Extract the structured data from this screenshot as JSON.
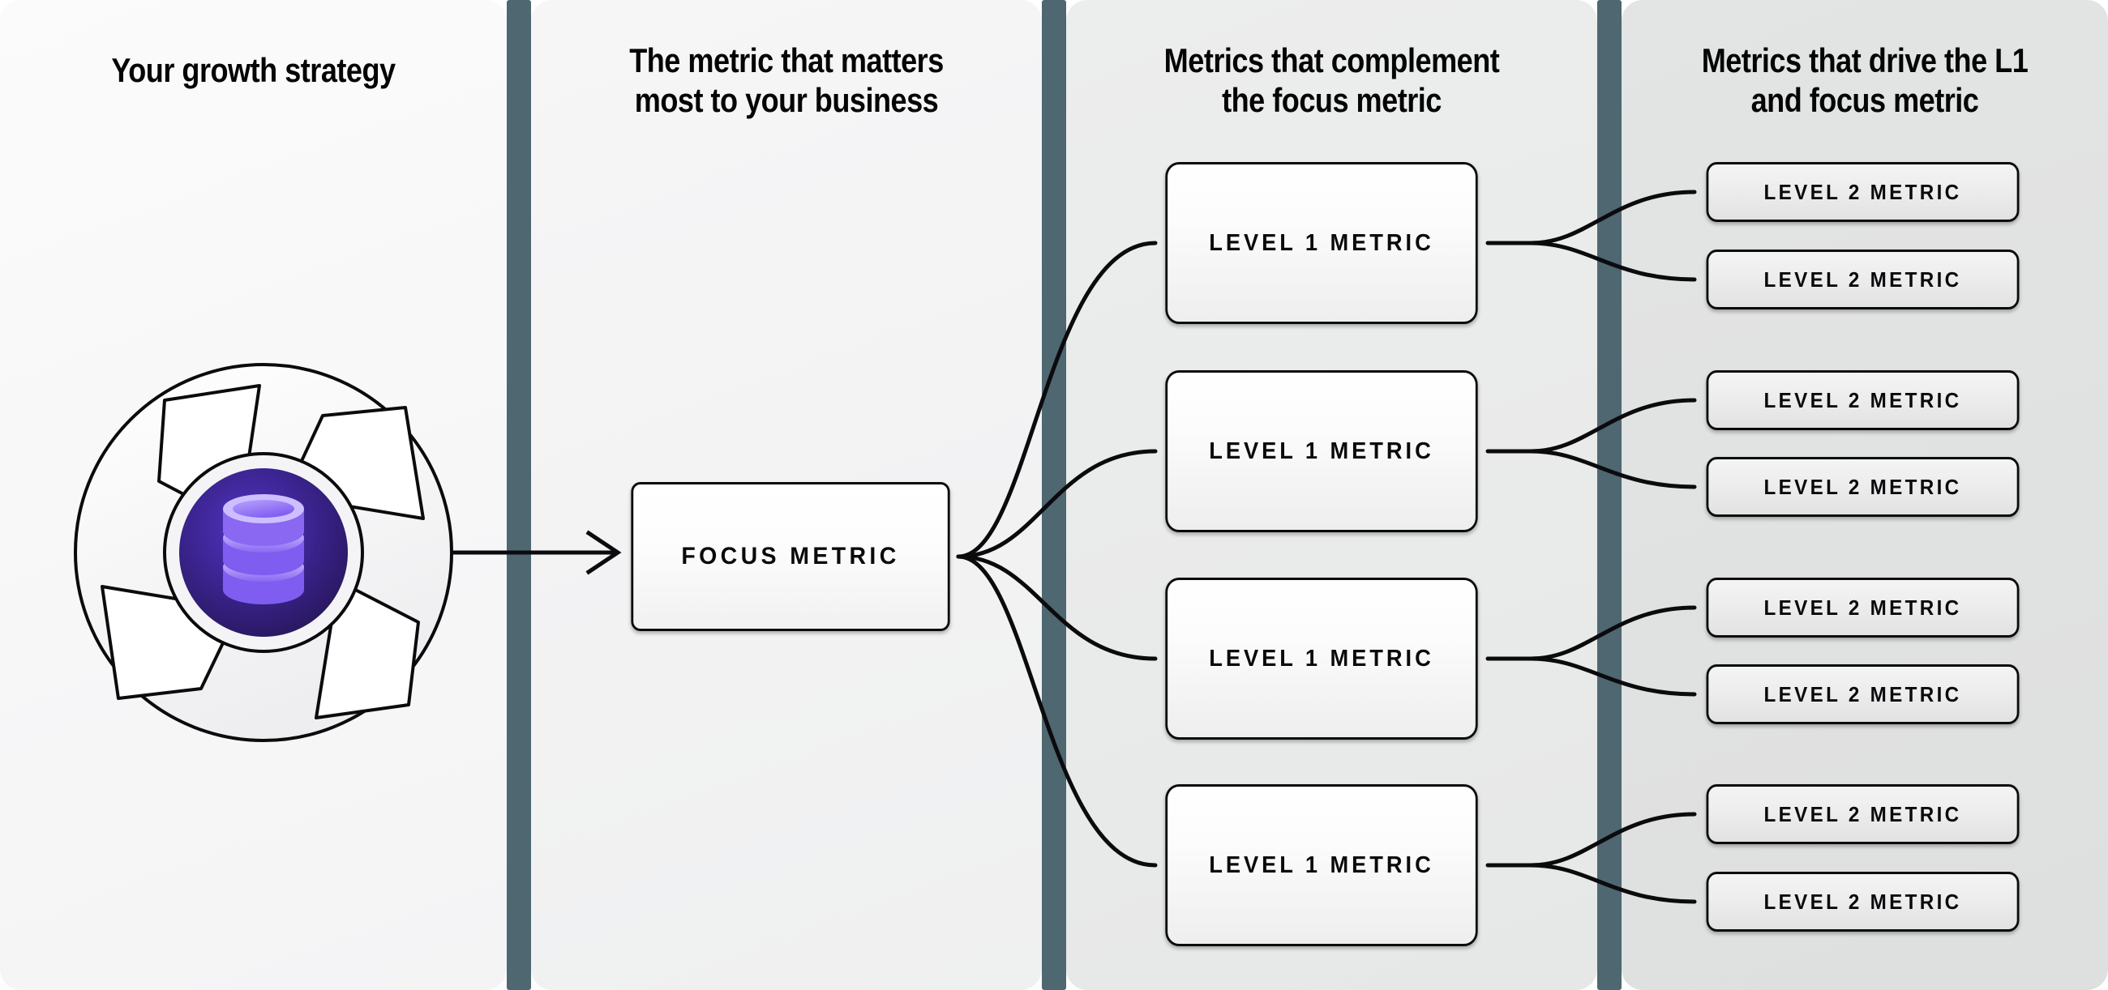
{
  "columns": [
    {
      "id": "growth-strategy",
      "heading": "Your growth strategy"
    },
    {
      "id": "focus-metric",
      "heading": "The metric that matters\nmost to your business"
    },
    {
      "id": "level-1-metrics",
      "heading": "Metrics that complement\nthe focus metric"
    },
    {
      "id": "level-2-metrics",
      "heading": "Metrics that drive the L1\nand focus metric"
    }
  ],
  "logo": {
    "name": "growth-strategy-aperture-logo",
    "inner_icon": "database-stack-icon",
    "ring_color": "#f7f7f8",
    "outline_color": "#0b0b0d",
    "core_color_outer": "#2a1a6b",
    "core_color_inner": "#4a2fb0",
    "icon_color_light": "#cfc2ff",
    "icon_color_mid": "#8b6cf5",
    "icon_color_dark": "#5b3fd4"
  },
  "focus": {
    "label": "FOCUS METRIC"
  },
  "level1": [
    {
      "label": "LEVEL 1 METRIC"
    },
    {
      "label": "LEVEL 1 METRIC"
    },
    {
      "label": "LEVEL 1 METRIC"
    },
    {
      "label": "LEVEL 1 METRIC"
    }
  ],
  "level2": [
    {
      "label": "LEVEL 2 METRIC"
    },
    {
      "label": "LEVEL 2 METRIC"
    },
    {
      "label": "LEVEL 2 METRIC"
    },
    {
      "label": "LEVEL 2 METRIC"
    },
    {
      "label": "LEVEL 2 METRIC"
    },
    {
      "label": "LEVEL 2 METRIC"
    },
    {
      "label": "LEVEL 2 METRIC"
    },
    {
      "label": "LEVEL 2 METRIC"
    }
  ],
  "colors": {
    "divider": "#4e6771",
    "connector": "#0b0b0d",
    "text": "#0a0a0c",
    "panel_1_bg": "#f8f8f9",
    "panel_2_bg": "#f2f2f3",
    "panel_3_bg": "#e9eaea",
    "panel_4_bg": "#e0e1e1"
  }
}
